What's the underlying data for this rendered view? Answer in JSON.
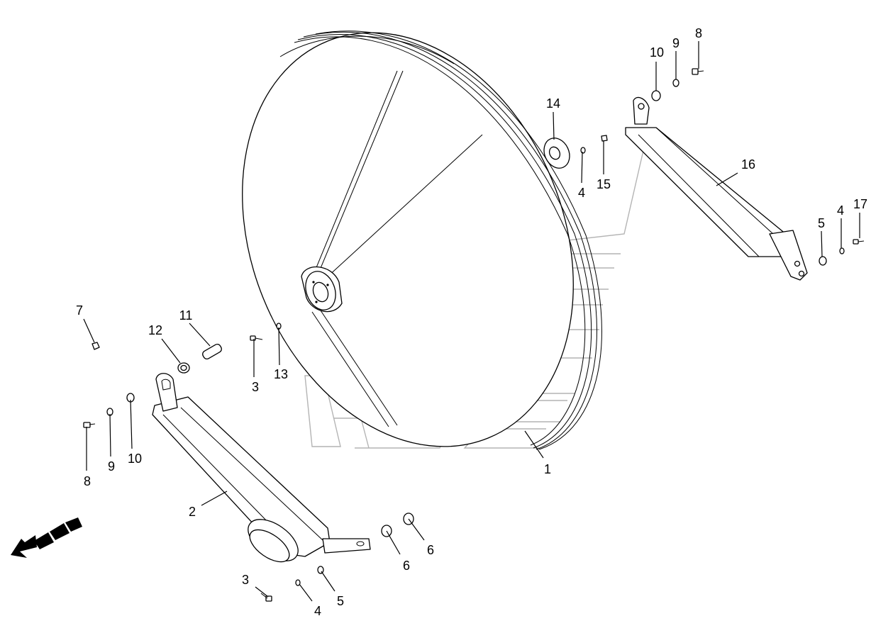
{
  "diagram": {
    "callouts": [
      "1",
      "2",
      "3",
      "3",
      "4",
      "4",
      "4",
      "5",
      "5",
      "6",
      "6",
      "7",
      "8",
      "8",
      "9",
      "9",
      "10",
      "10",
      "11",
      "12",
      "13",
      "14",
      "15",
      "16",
      "17"
    ]
  },
  "colors": {
    "line": "#000000",
    "logo": "#b4b4b4",
    "background": "#ffffff"
  },
  "icons": {
    "direction": "direction-arrow-icon",
    "watermark": "manufacturer-logo-watermark"
  }
}
